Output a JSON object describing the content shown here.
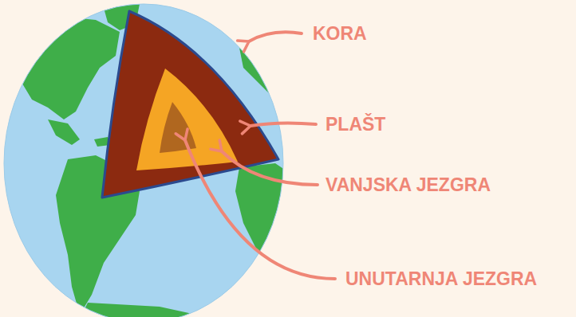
{
  "diagram": {
    "labels": [
      "KORA",
      "PLAŠT",
      "VANJSKA JEZGRA",
      "UNUTARNJA JEZGRA"
    ]
  }
}
